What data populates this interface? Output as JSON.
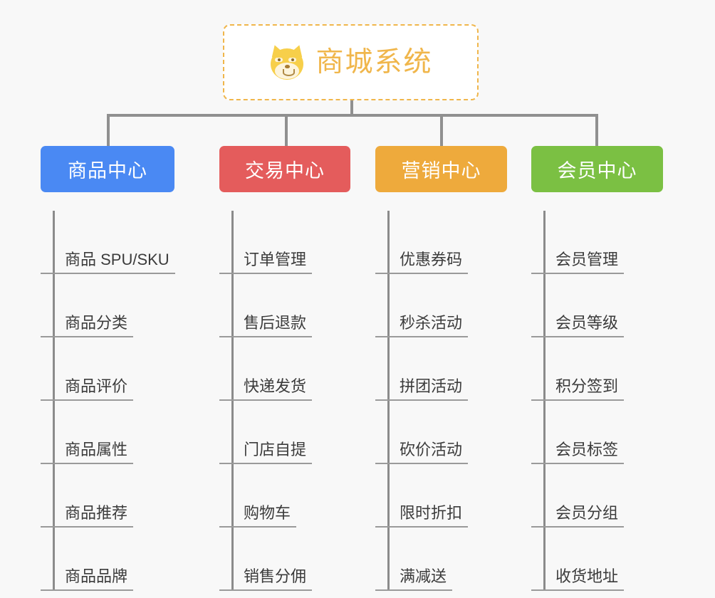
{
  "canvas": {
    "background": "#f8f8f8",
    "connector_color": "#909090"
  },
  "root": {
    "title": "商城系统",
    "icon": "shiba-inu-dog-face-icon",
    "text_color": "#f0b64b",
    "border_color": "#f0b64b",
    "background": "#ffffff"
  },
  "categories": [
    {
      "label": "商品中心",
      "color": "#4a89f3",
      "items": [
        "商品 SPU/SKU",
        "商品分类",
        "商品评价",
        "商品属性",
        "商品推荐",
        "商品品牌"
      ]
    },
    {
      "label": "交易中心",
      "color": "#e45c5c",
      "items": [
        "订单管理",
        "售后退款",
        "快递发货",
        "门店自提",
        "购物车",
        "销售分佣"
      ]
    },
    {
      "label": "营销中心",
      "color": "#eeaa3c",
      "items": [
        "优惠券码",
        "秒杀活动",
        "拼团活动",
        "砍价活动",
        "限时折扣",
        "满减送"
      ]
    },
    {
      "label": "会员中心",
      "color": "#7bc043",
      "items": [
        "会员管理",
        "会员等级",
        "积分签到",
        "会员标签",
        "会员分组",
        "收货地址"
      ]
    }
  ]
}
